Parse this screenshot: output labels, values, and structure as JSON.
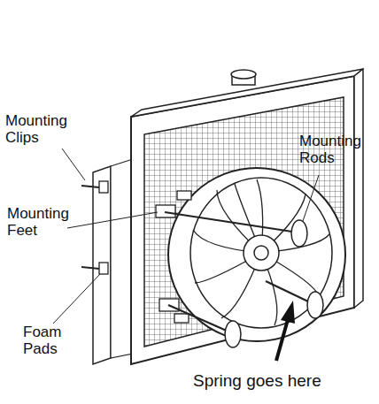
{
  "diagram": {
    "labels": [
      "Mounting Clips",
      "Mounting Rods",
      "Mounting Feet",
      "Foam Pads",
      "Spring goes here"
    ]
  }
}
